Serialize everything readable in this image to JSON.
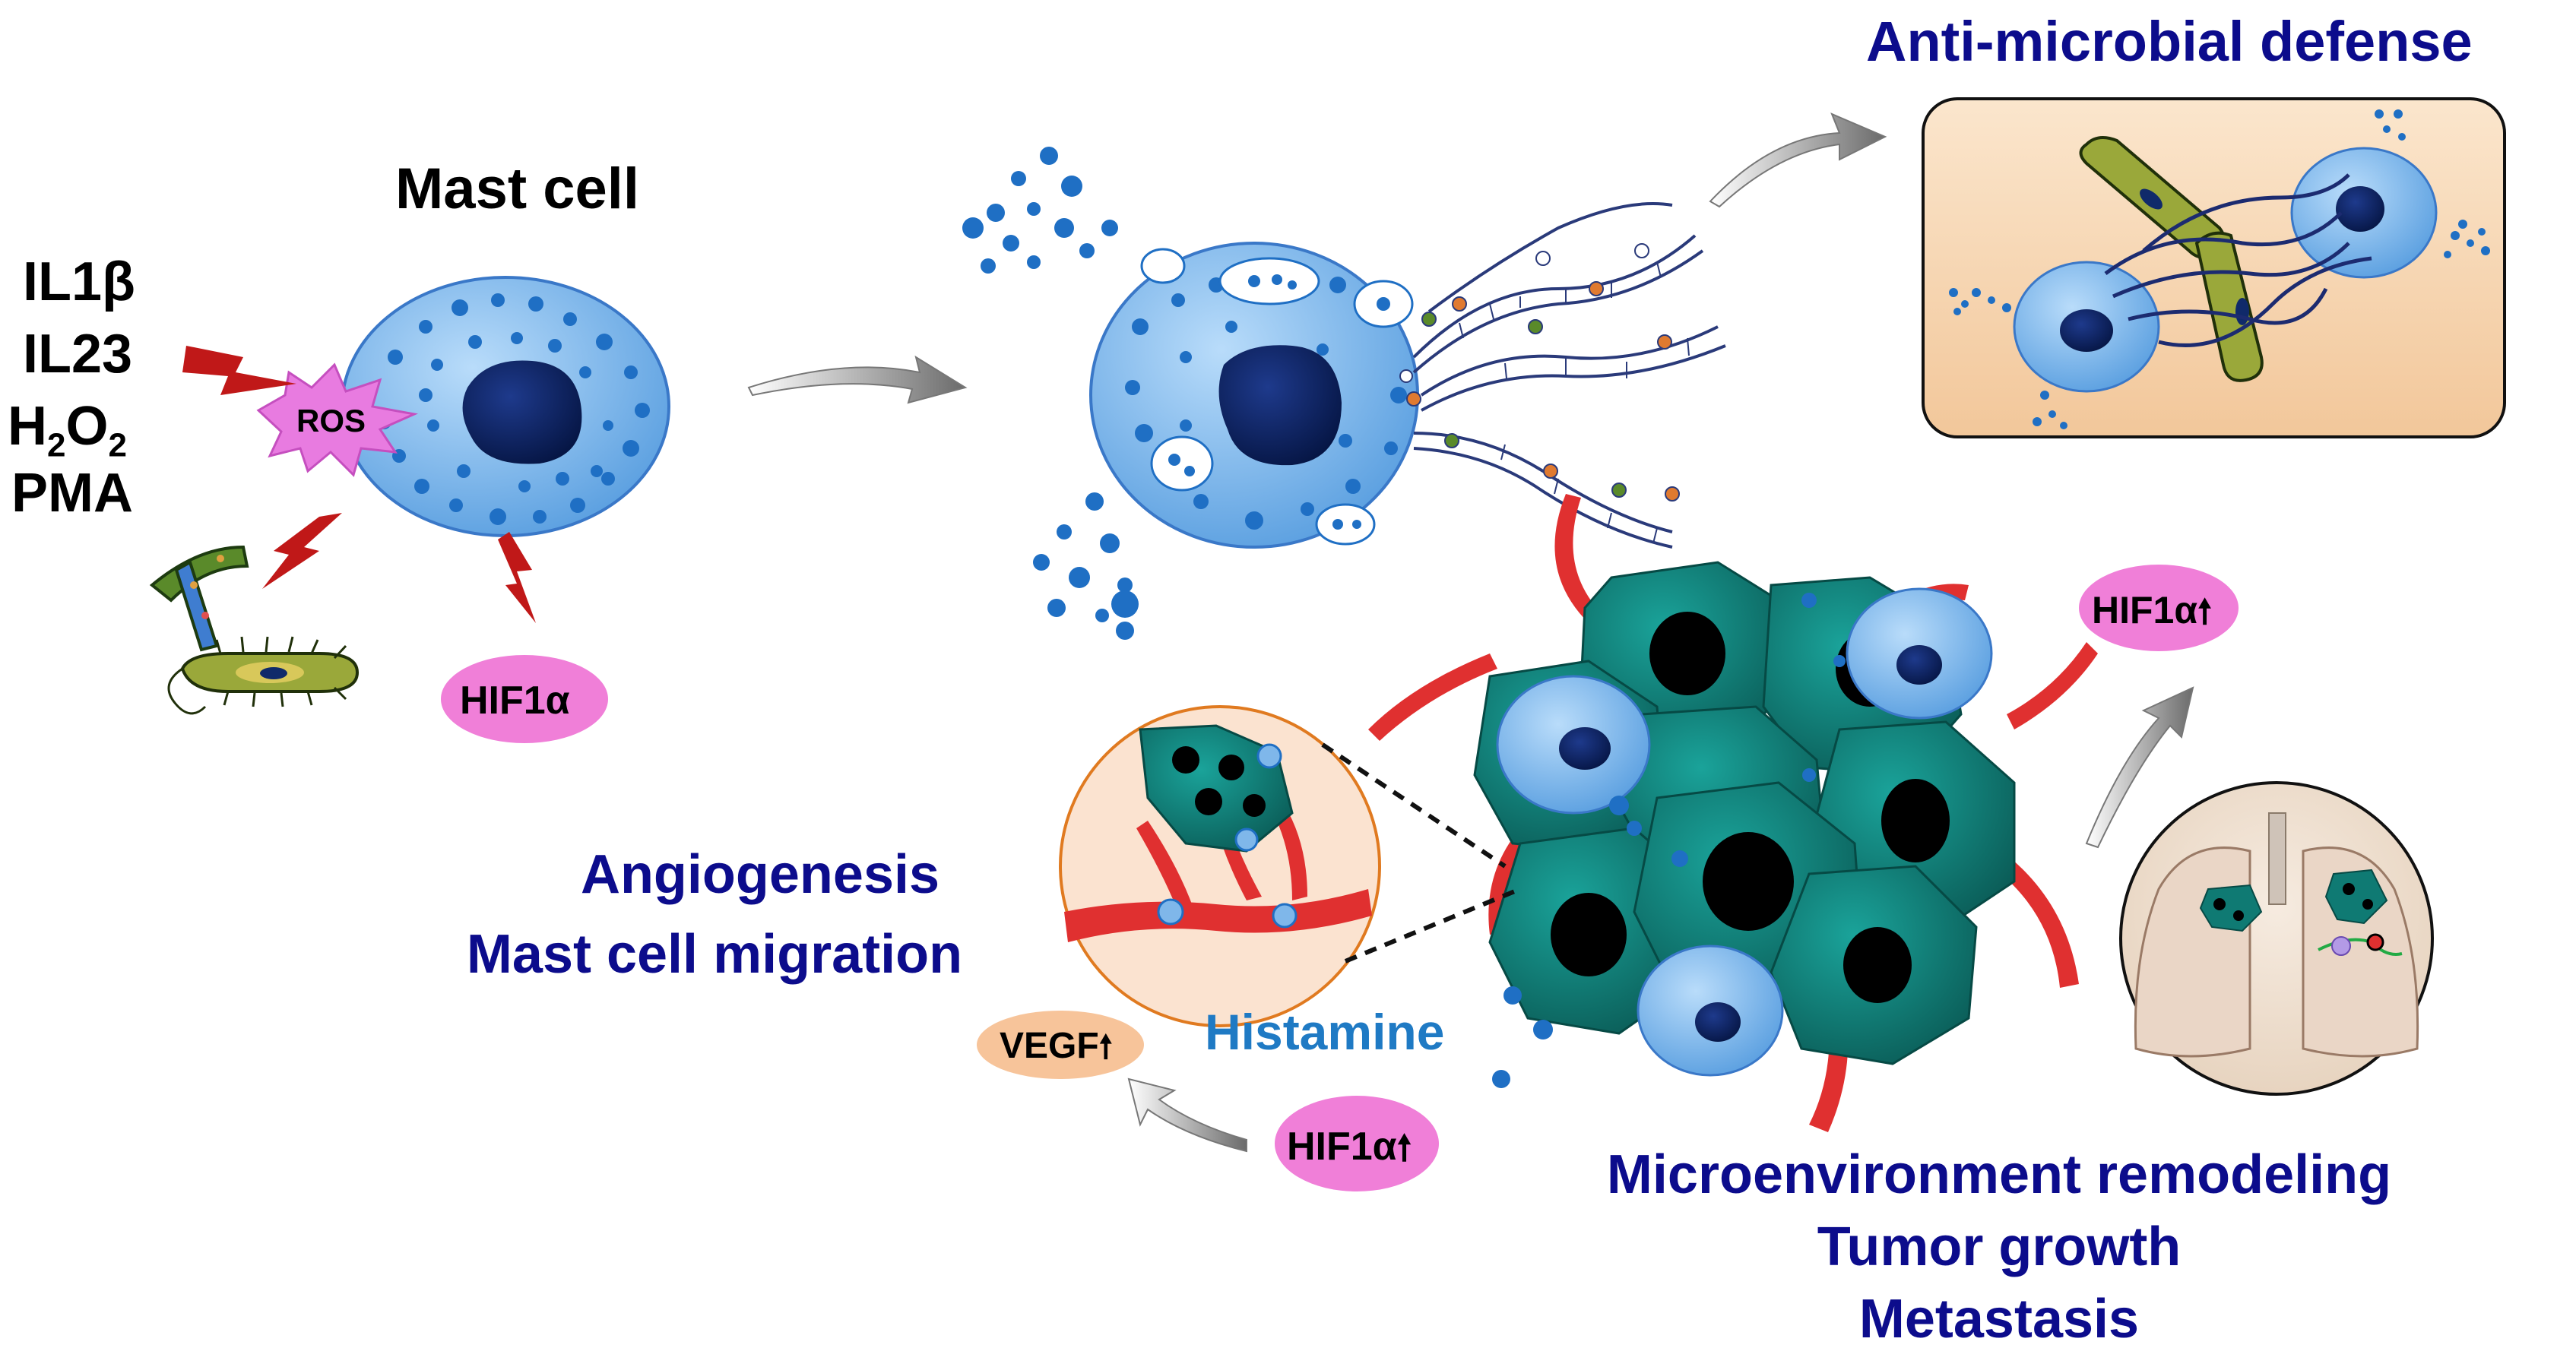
{
  "title": "Mast cell",
  "stimuli": {
    "il1b": "IL1β",
    "il23": "IL23",
    "h2o2_main": "H",
    "h2o2_sub1": "2",
    "h2o2_mid": "O",
    "h2o2_sub2": "2",
    "pma": "PMA"
  },
  "ros": "ROS",
  "hif1a": "HIF1α",
  "hif1a_up": "HIF1α",
  "vegf": "VEGF",
  "histamine": "Histamine",
  "anti_microbial": "Anti-microbial defense",
  "angiogenesis": "Angiogenesis",
  "migration": "Mast cell migration",
  "outcomes": {
    "line1": "Microenvironment remodeling",
    "line2": "Tumor growth",
    "line3": "Metastasis"
  },
  "up_arrow": "🠕",
  "colors": {
    "navy_text": "#0c0c8c",
    "cell_blue": "#7fb7ea",
    "nucleus": "#0a1f5c",
    "granule": "#1f6fc4",
    "tumor": "#0f7a73",
    "vessel": "#e03030",
    "bolt": "#c01818",
    "hif_pink": "#f07fd8",
    "vegf_peach": "#f7c49a",
    "ros_magenta": "#e87be0",
    "panel_bg": "#f8d9b4"
  }
}
